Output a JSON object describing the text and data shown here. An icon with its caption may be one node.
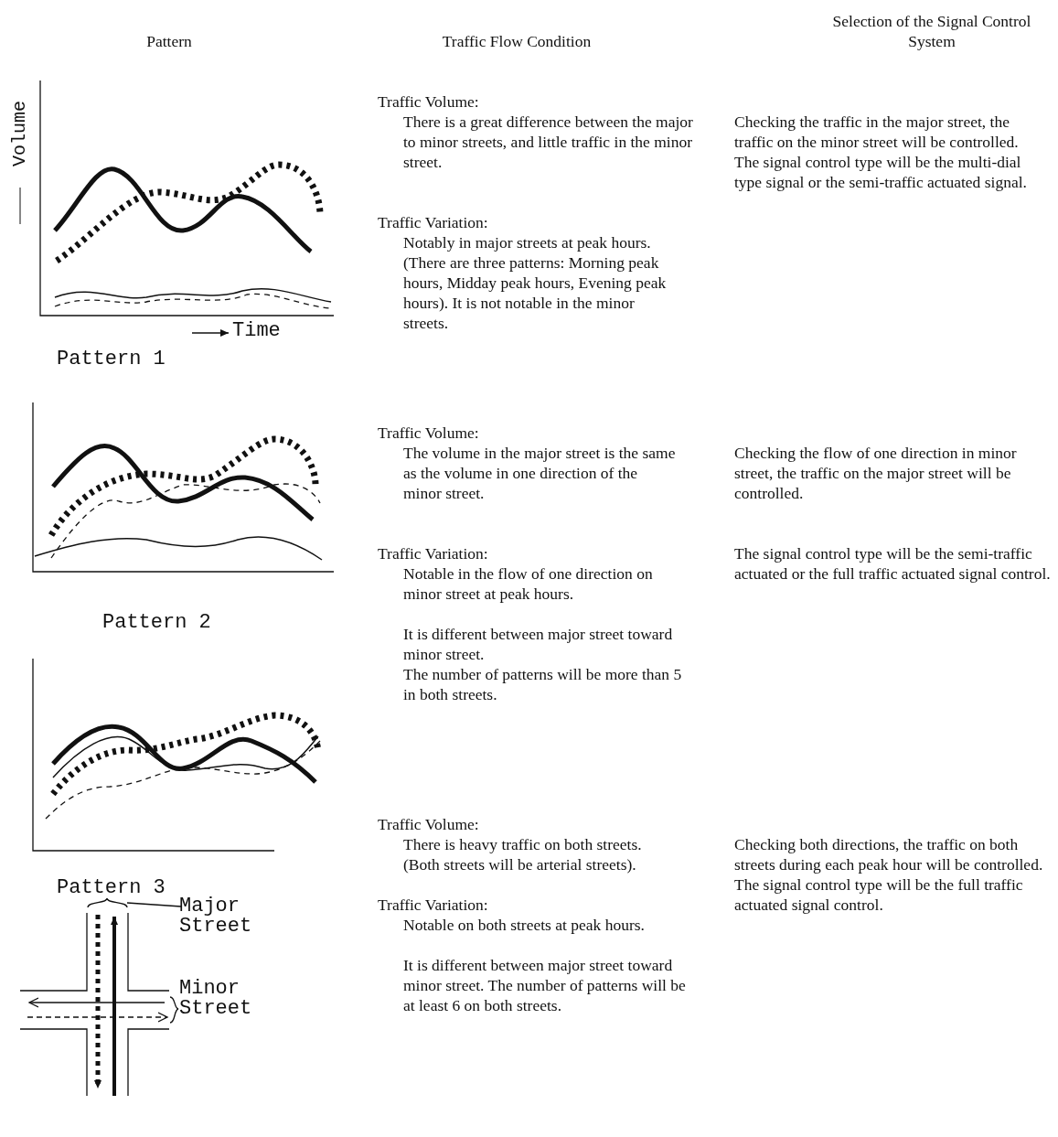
{
  "diagram": {
    "nodes": [
      {
        "text": [
          "Major Street"
        ]
      },
      {
        "text": [],
        "shape": "bracket"
      }
    ],
    "edges": [
      {
        "from": 0,
        "to": 1,
        "arrow": "none"
      }
    ],
    "labels": [
      "Pattern",
      "Traffic Flow Condition",
      "Selection of the Signal Control System",
      "Volume",
      "Traffic Volume:",
      "There is a great difference between the major to minor streets, and little traffic in the minor street.",
      "Checking the traffic in the major street, the traffic on the minor street will be controlled.",
      "The signal control type will be the multi-dial type signal or the semi-traffic actuated signal.",
      "Traffic Variation:",
      "Notably in major streets at peak hours. (There are three patterns: Morning peak hours, Midday peak hours, Evening peak hours). It is not notable in the minor streets.",
      "Time",
      "Pattern 1",
      "Traffic Volume:",
      "The volume in the major street is the same as the volume in one direction of the minor street.",
      "Checking the flow of one direction in minor street, the traffic on the major street will be controlled.",
      "The signal control type will be the semi-traffic actuated or the full traffic actuated signal control.",
      "Traffic Variation:",
      "Pattern 2",
      "Notable in the flow of one direction on minor street at peak hours.",
      "It is different between major street toward minor street.",
      "The number of patterns will be more than 5 in both streets.",
      "Traffic Volume:",
      "There is heavy traffic on both streets. (Both streets will be arterial streets).",
      "Checking both directions, the traffic on both streets during each peak hour will be controlled.",
      "The signal control type will be the full traffic actuated signal control.",
      "Pattern 3",
      "Traffic Variation:",
      "Notable on both streets at peak hours.",
      "It is different between major street toward minor street. The number of patterns will be at least 6 on both streets.",
      "Minor Street"
    ]
  }
}
